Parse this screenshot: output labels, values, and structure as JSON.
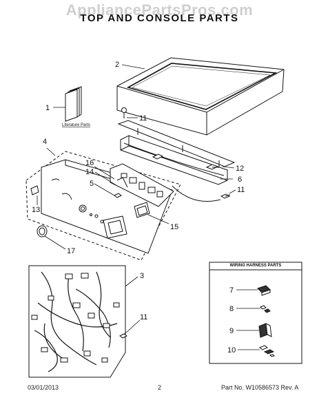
{
  "watermark": "AppliancePartsPros.com",
  "title": "TOP AND CONSOLE PARTS",
  "literature_label": "Literature Parts",
  "harness_title": "WIRING HARNESS PARTS",
  "callouts": {
    "c1": "1",
    "c2": "2",
    "c3": "3",
    "c4": "4",
    "c5": "5",
    "c6": "6",
    "c7": "7",
    "c8": "8",
    "c9": "9",
    "c10": "10",
    "c11a": "11",
    "c11b": "11",
    "c11c": "11",
    "c12": "12",
    "c13": "13",
    "c14": "14",
    "c15": "15",
    "c16": "16",
    "c17": "17"
  },
  "footer": {
    "date": "03/01/2013",
    "page": "2",
    "part_no": "Part No. W10586573 Rev. A"
  }
}
